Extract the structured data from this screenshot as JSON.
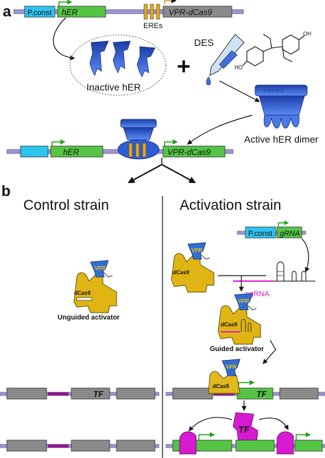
{
  "panel_a": {
    "letter": "a",
    "promoter": "P.const",
    "gene_her": "hER",
    "gene_vpr_dcas9": "VPR-dCas9",
    "eres": "EREs",
    "des": "DES",
    "inactive": "Inactive hER",
    "active": "Active hER dimer",
    "plus": "+"
  },
  "panel_b": {
    "letter": "b",
    "control_title": "Control strain",
    "activation_title": "Activation strain",
    "promoter": "P.const",
    "grna": "gRNA",
    "sgrna": "sgRNA",
    "vpr": "VPR",
    "dcas9": "dCas9",
    "unguided": "Unguided activator",
    "guided": "Guided activator",
    "tf": "TF"
  },
  "colors": {
    "backbone": "#9b95d8",
    "promoter": "#2ec4f0",
    "gene": "#55c445",
    "gray_gene": "#8a8a8a",
    "ere": "#e5a817",
    "her_blue": "#2a5bd4",
    "dcas9_gold": "#e0b513",
    "sgrna": "#e21fd7",
    "tf": "#d71bd0"
  }
}
